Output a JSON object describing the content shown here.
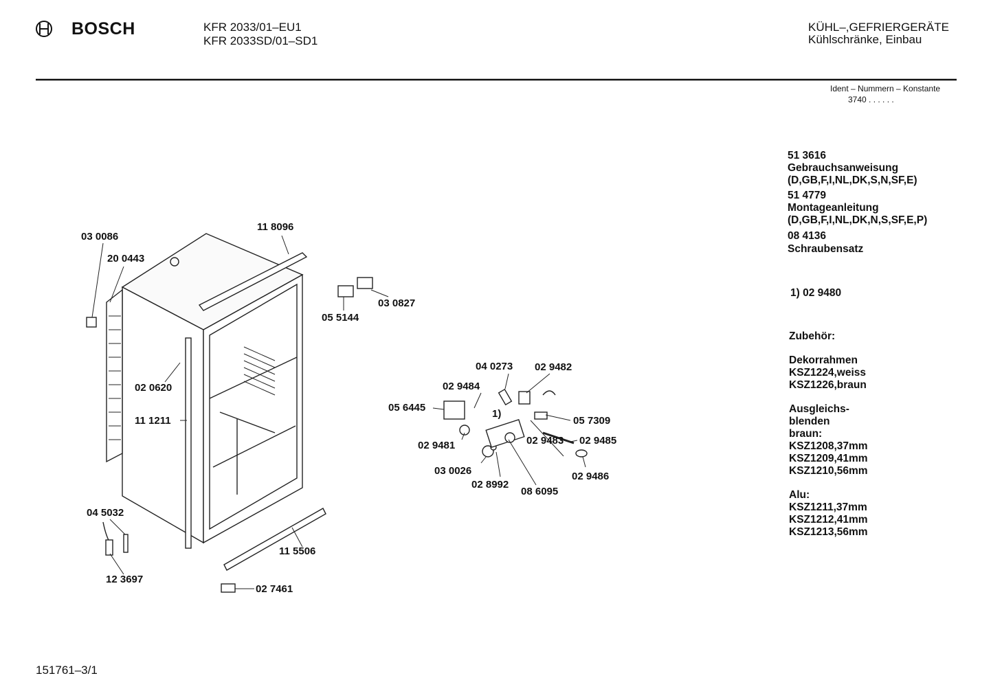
{
  "header": {
    "brand": "BOSCH",
    "models": [
      "KFR 2033/01–EU1",
      "KFR 2033SD/01–SD1"
    ],
    "category_line1": "KÜHL–,GEFRIERGERÄTE",
    "category_line2": "Kühlschränke, Einbau",
    "ident_label": "Ident – Nummern – Konstante",
    "ident_value": "3740 .  .  .  .  .  ."
  },
  "parts": {
    "p030086": "03 0086",
    "p200443": "20 0443",
    "p118096": "11 8096",
    "p055144": "05 5144",
    "p030827": "03 0827",
    "p020620": "02 0620",
    "p111211": "11 1211",
    "p045032": "04 5032",
    "p123697": "12 3697",
    "p115506": "11 5506",
    "p027461": "02 7461",
    "p040273": "04 0273",
    "p029482": "02 9482",
    "p029484": "02 9484",
    "p056445": "05 6445",
    "p057309": "05 7309",
    "p029485": "02 9485",
    "p029481": "02 9481",
    "p029483": "02 9483",
    "p030026": "03 0026",
    "p029486": "02 9486",
    "p028992": "02 8992",
    "p086095": "08 6095",
    "note1": "1)"
  },
  "sidebar": {
    "lines": [
      "51 3616",
      "Gebrauchsanweisung",
      "(D,GB,F,I,NL,DK,S,N,SF,E)",
      "51 4779",
      "Montageanleitung",
      "(D,GB,F,I,NL,DK,N,S,SF,E,P)",
      "08 4136",
      "Schraubensatz"
    ],
    "footnote": "1)  02 9480",
    "accessories_title": "Zubehör:",
    "decor": [
      "Dekorrahmen",
      "KSZ1224,weiss",
      "KSZ1226,braun"
    ],
    "ausgleich": [
      "Ausgleichs-",
      "blenden",
      "braun:",
      "KSZ1208,37mm",
      "KSZ1209,41mm",
      "KSZ1210,56mm"
    ],
    "alu": [
      "Alu:",
      "KSZ1211,37mm",
      "KSZ1212,41mm",
      "KSZ1213,56mm"
    ]
  },
  "footer": {
    "doc_number": "151761–3/1"
  }
}
